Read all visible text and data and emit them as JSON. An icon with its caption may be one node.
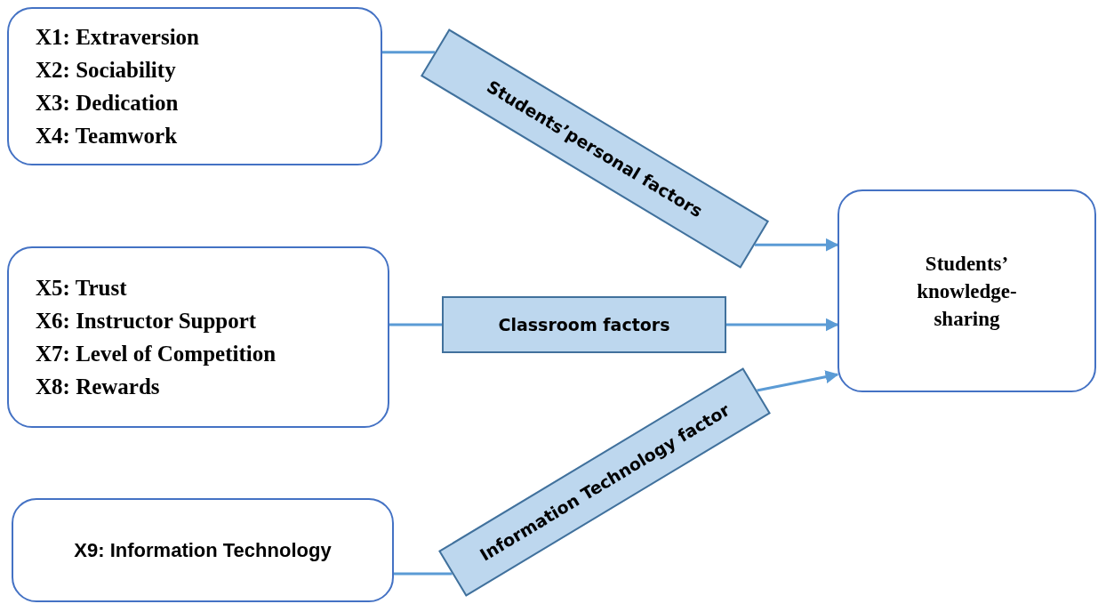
{
  "diagram": {
    "nodes": [
      {
        "text": [
          "X1: Extraversion",
          "X2: Sociability",
          "X3: Dedication",
          "X4: Teamwork"
        ]
      },
      {
        "text": [
          "Students’personal factors"
        ]
      },
      {
        "text": [
          "X5: Trust",
          "X6: Instructor Support",
          "X7: Level of Competition",
          "X8: Rewards"
        ]
      },
      {
        "text": [
          "Classroom factors"
        ]
      },
      {
        "text": [
          "X9: Information Technology"
        ]
      },
      {
        "text": [
          "Information Technology factor"
        ]
      },
      {
        "text": [
          "Students’ knowledge-sharing"
        ]
      }
    ],
    "edges": [
      {
        "from": 0,
        "to": 1,
        "arrow": "none"
      },
      {
        "from": 1,
        "to": 6,
        "arrow": "to"
      },
      {
        "from": 2,
        "to": 3,
        "arrow": "none"
      },
      {
        "from": 3,
        "to": 6,
        "arrow": "to"
      },
      {
        "from": 4,
        "to": 5,
        "arrow": "none"
      },
      {
        "from": 5,
        "to": 6,
        "arrow": "to"
      }
    ]
  }
}
